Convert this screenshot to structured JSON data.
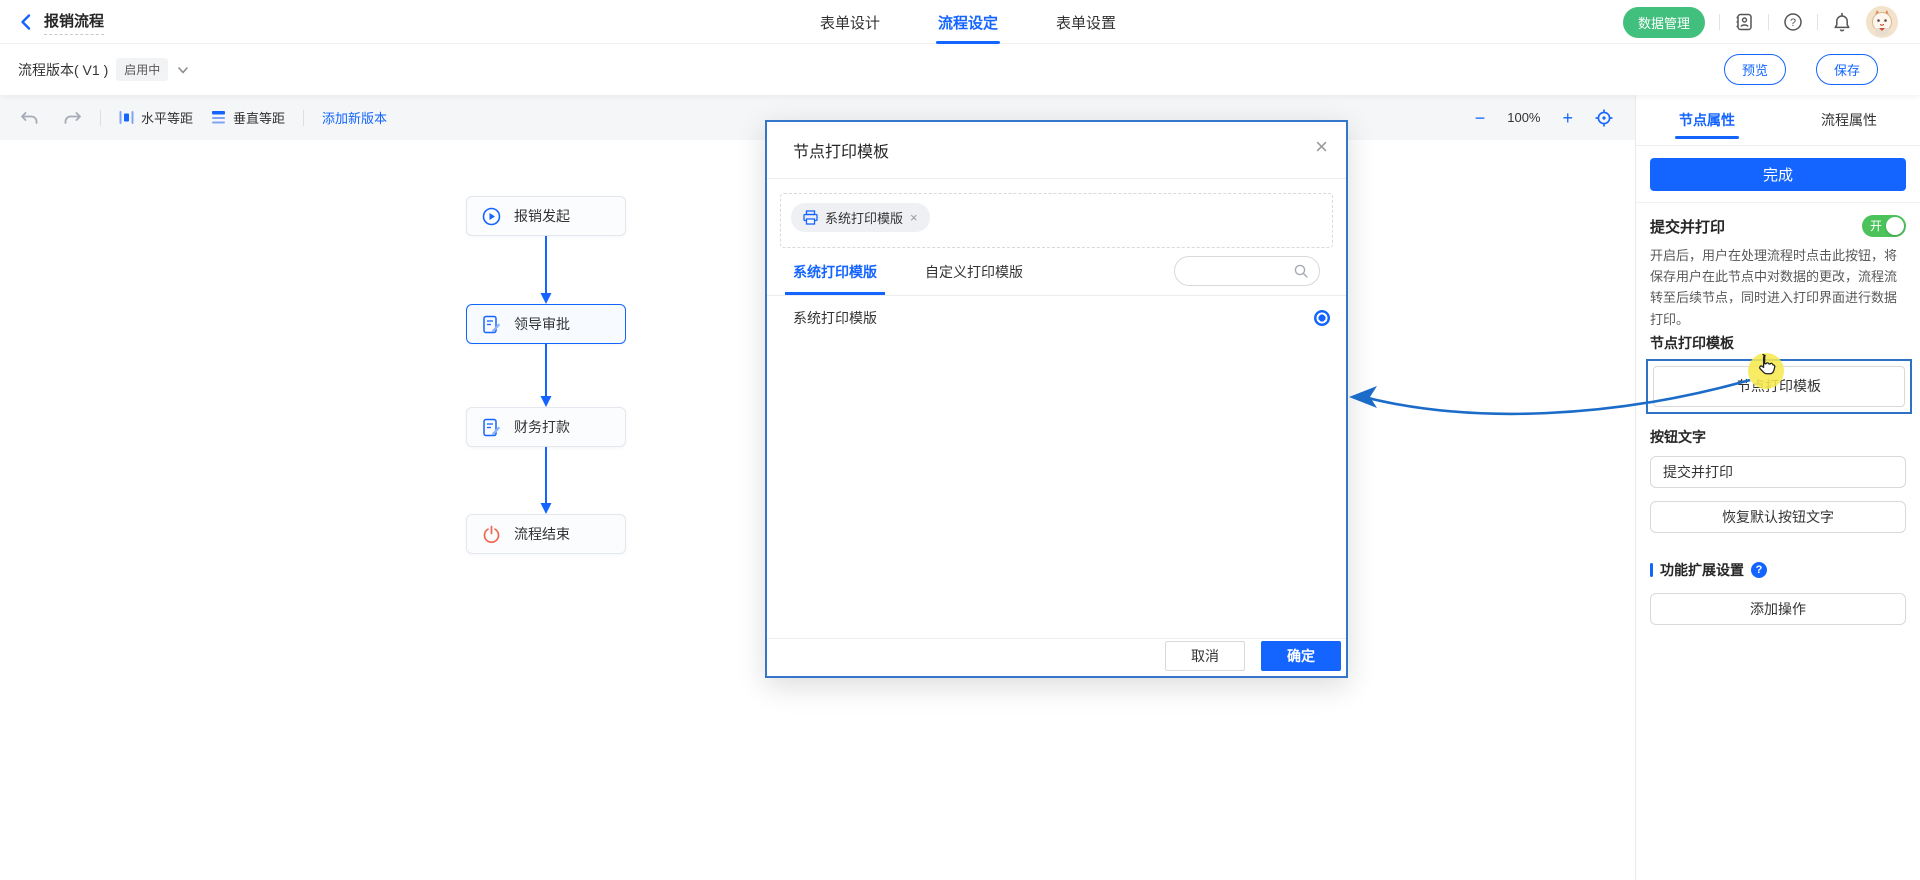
{
  "colors": {
    "accent": "#1465ff",
    "green_pill": "#41bf7d",
    "toggle_on": "#4cc35a",
    "node_end_red": "#f2654f",
    "annotation_blue": "#2e72c4",
    "highlight_yellow": "#f6e94e"
  },
  "header": {
    "title": "报销流程",
    "tabs": [
      {
        "label": "表单设计",
        "active": false
      },
      {
        "label": "流程设定",
        "active": true
      },
      {
        "label": "表单设置",
        "active": false
      }
    ],
    "data_manage_label": "数据管理"
  },
  "version_bar": {
    "version_label": "流程版本( V1 )",
    "status_badge": "启用中",
    "preview_label": "预览",
    "save_label": "保存"
  },
  "toolbar": {
    "horizontal_label": "水平等距",
    "vertical_label": "垂直等距",
    "add_version_label": "添加新版本",
    "zoom_out": "−",
    "zoom_level": "100%",
    "zoom_in": "+"
  },
  "canvas": {
    "nodes": [
      {
        "label": "报销发起",
        "icon": "play",
        "selected": false
      },
      {
        "label": "领导审批",
        "icon": "doc-edit",
        "selected": true
      },
      {
        "label": "财务打款",
        "icon": "doc-edit",
        "selected": false
      },
      {
        "label": "流程结束",
        "icon": "power",
        "selected": false
      }
    ]
  },
  "modal": {
    "title": "节点打印模板",
    "selected_chip": "系统打印模版",
    "tabs": [
      {
        "label": "系统打印模版",
        "active": true
      },
      {
        "label": "自定义打印模版",
        "active": false
      }
    ],
    "search_value": "",
    "list": [
      {
        "label": "系统打印模版",
        "selected": true
      }
    ],
    "cancel_label": "取消",
    "confirm_label": "确定"
  },
  "panel": {
    "tabs": [
      {
        "label": "节点属性",
        "active": true
      },
      {
        "label": "流程属性",
        "active": false
      }
    ],
    "done_label": "完成",
    "submit_print_label": "提交并打印",
    "toggle_on_label": "开",
    "description": "开启后，用户在处理流程时点击此按钮，将保存用户在此节点中对数据的更改，流程流转至后续节点，同时进入打印界面进行数据打印。",
    "template_label": "节点打印模板",
    "template_button_label": "节点打印模板",
    "button_text_label": "按钮文字",
    "button_text_value": "提交并打印",
    "restore_label": "恢复默认按钮文字",
    "extension_label": "功能扩展设置",
    "add_action_label": "添加操作"
  }
}
